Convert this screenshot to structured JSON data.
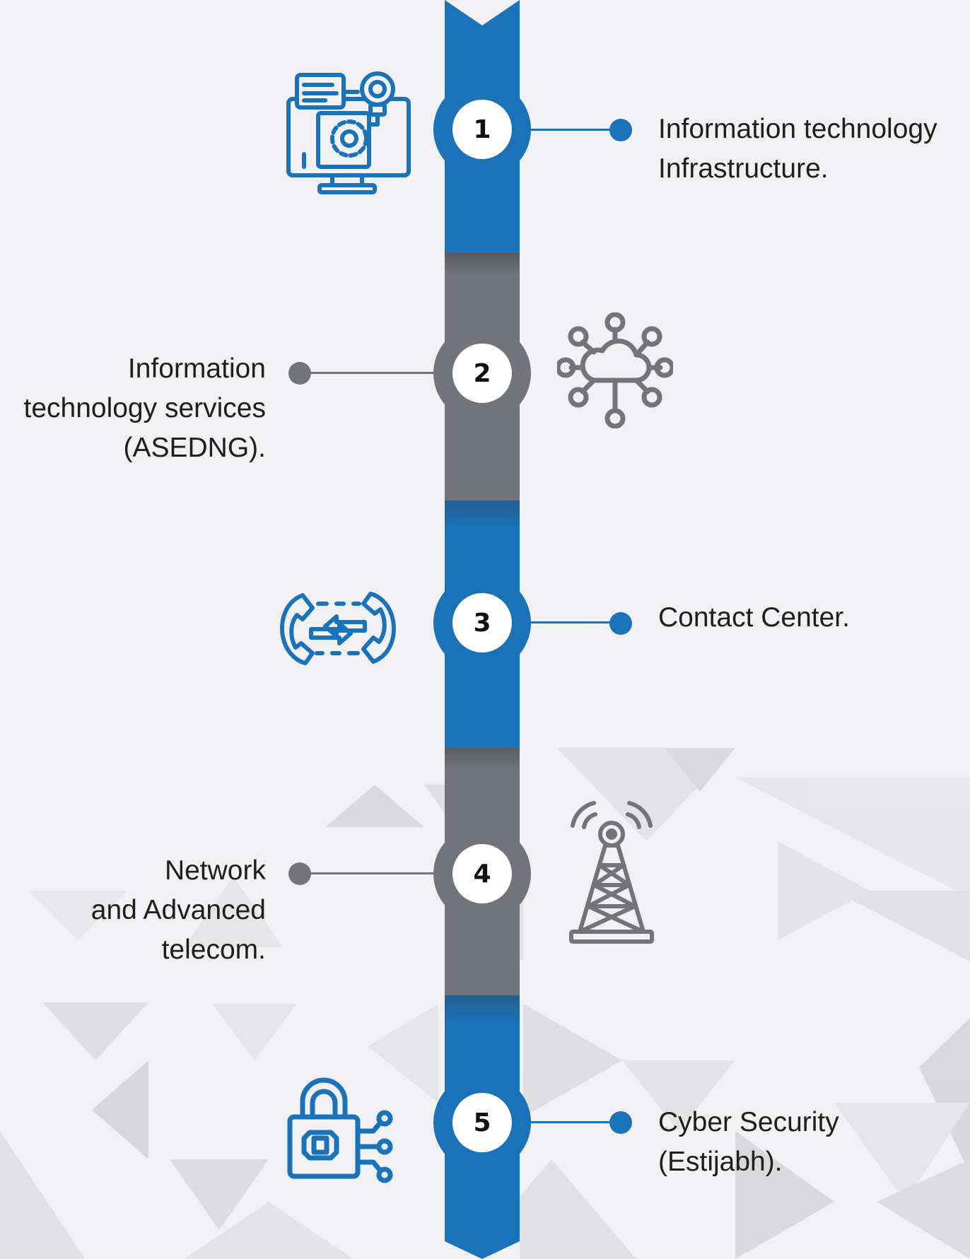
{
  "colors": {
    "blue": "#1a72b9",
    "gray": "#73737b",
    "background": "#f1f1f3",
    "text": "#1e1e1e"
  },
  "steps": [
    {
      "number": "1",
      "label": "Information technology\nInfrastructure.",
      "icon": "computer-gear-idea-icon",
      "color": "blue"
    },
    {
      "number": "2",
      "label": "Information\ntechnology services\n(ASEDNG).",
      "icon": "cloud-network-icon",
      "color": "gray"
    },
    {
      "number": "3",
      "label": "Contact Center.",
      "icon": "phone-exchange-icon",
      "color": "blue"
    },
    {
      "number": "4",
      "label": "Network\nand Advanced \ntelecom.",
      "icon": "signal-tower-icon",
      "color": "gray"
    },
    {
      "number": "5",
      "label": "Cyber Security\n(Estijabh).",
      "icon": "digital-lock-icon",
      "color": "blue"
    }
  ]
}
